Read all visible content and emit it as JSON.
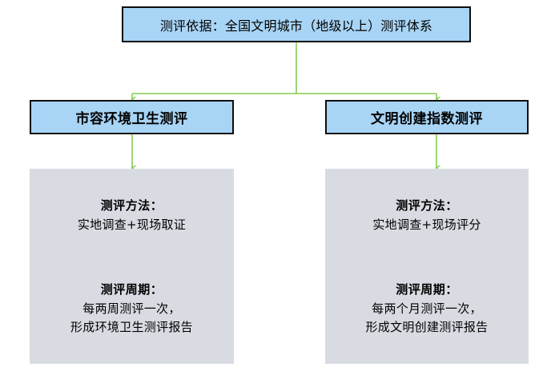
{
  "diagram": {
    "type": "flowchart",
    "title_box": {
      "label": "测评依据：全国文明城市（地级以上）测评体系"
    },
    "branches": [
      {
        "id": "city-appearance",
        "label": "市容环境卫生测评",
        "details": {
          "method_title": "测评方法：",
          "method_text": "实地调查+现场取证",
          "cycle_title": "测评周期：",
          "cycle_line1": "每两周测评一次，",
          "cycle_line2": "形成环境卫生测评报告"
        }
      },
      {
        "id": "civilization-index",
        "label": "文明创建指数测评",
        "details": {
          "method_title": "测评方法：",
          "method_text": "实地调查+现场评分",
          "cycle_title": "测评周期：",
          "cycle_line1": "每两个月测评一次，",
          "cycle_line2": "形成文明创建测评报告"
        }
      }
    ],
    "colors": {
      "box_fill": "#a8d4f5",
      "box_border": "#0d0d0d",
      "panel_fill": "#d8dce2",
      "connector": "#84cb53",
      "text": "#000000",
      "background": "#ffffff"
    }
  }
}
